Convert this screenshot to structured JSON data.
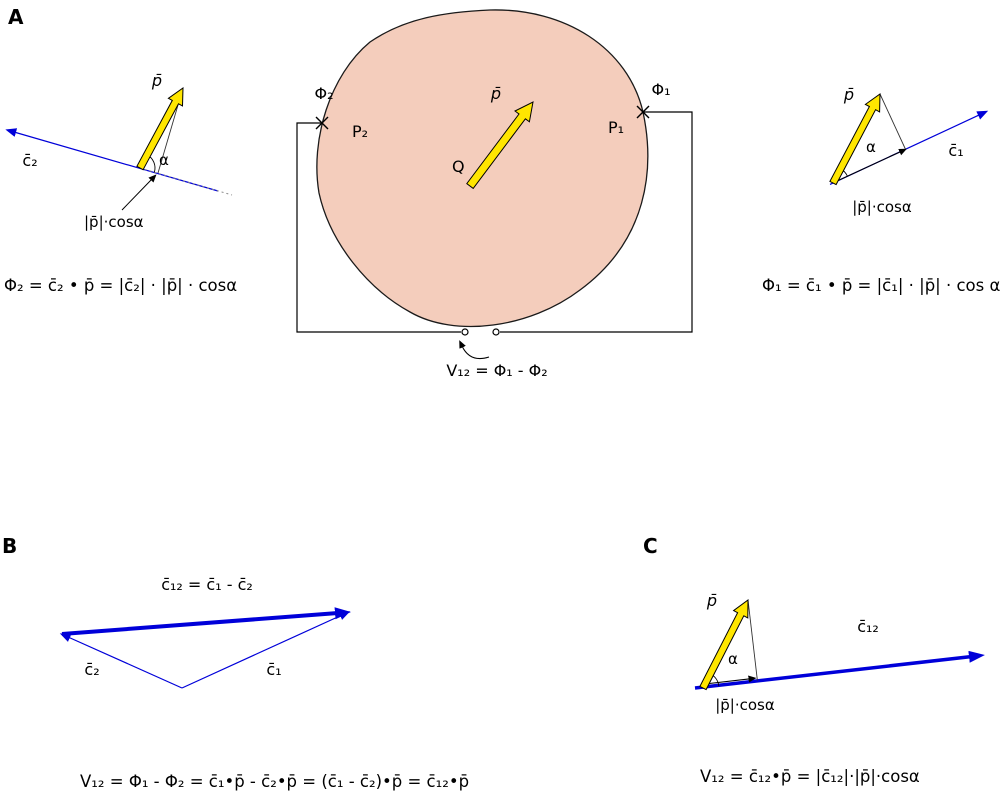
{
  "panel_a": {
    "label": "A",
    "region": {
      "phi2_label": "Φ₂",
      "p2_label": "P₂",
      "q_label": "Q",
      "dipole_label": "p̄",
      "p1_label": "P₁",
      "phi1_label": "Φ₁",
      "voltmeter_label": "V₁₂ = Φ₁ - Φ₂"
    },
    "left": {
      "c2_label": "c̄₂",
      "p_label": "p̄",
      "alpha_label": "α",
      "projection_label": "|p̄|·cosα",
      "formula": "Φ₂ = c̄₂ • p̄ = |c̄₂| · |p̄| · cosα"
    },
    "right": {
      "c1_label": "c̄₁",
      "p_label": "p̄",
      "alpha_label": "α",
      "projection_label": "|p̄|·cosα",
      "formula": "Φ₁ = c̄₁ • p̄ = |c̄₁| · |p̄| · cos α"
    }
  },
  "panel_b": {
    "label": "B",
    "c12_equation_label": "c̄₁₂ = c̄₁ - c̄₂",
    "c2_label": "c̄₂",
    "c1_label": "c̄₁",
    "formula": "V₁₂ = Φ₁ - Φ₂ = c̄₁•p̄ - c̄₂•p̄ = (c̄₁ - c̄₂)•p̄ = c̄₁₂•p̄"
  },
  "panel_c": {
    "label": "C",
    "p_label": "p̄",
    "c12_label": "c̄₁₂",
    "alpha_label": "α",
    "projection_label": "|p̄|·cosα",
    "formula": "V₁₂ = c̄₁₂•p̄ = |c̄₁₂|·|p̄|·cosα"
  },
  "colors": {
    "region_fill": "#f4cdbc",
    "vector_blue": "#0000d9",
    "dipole_yellow": "#ffe600"
  }
}
